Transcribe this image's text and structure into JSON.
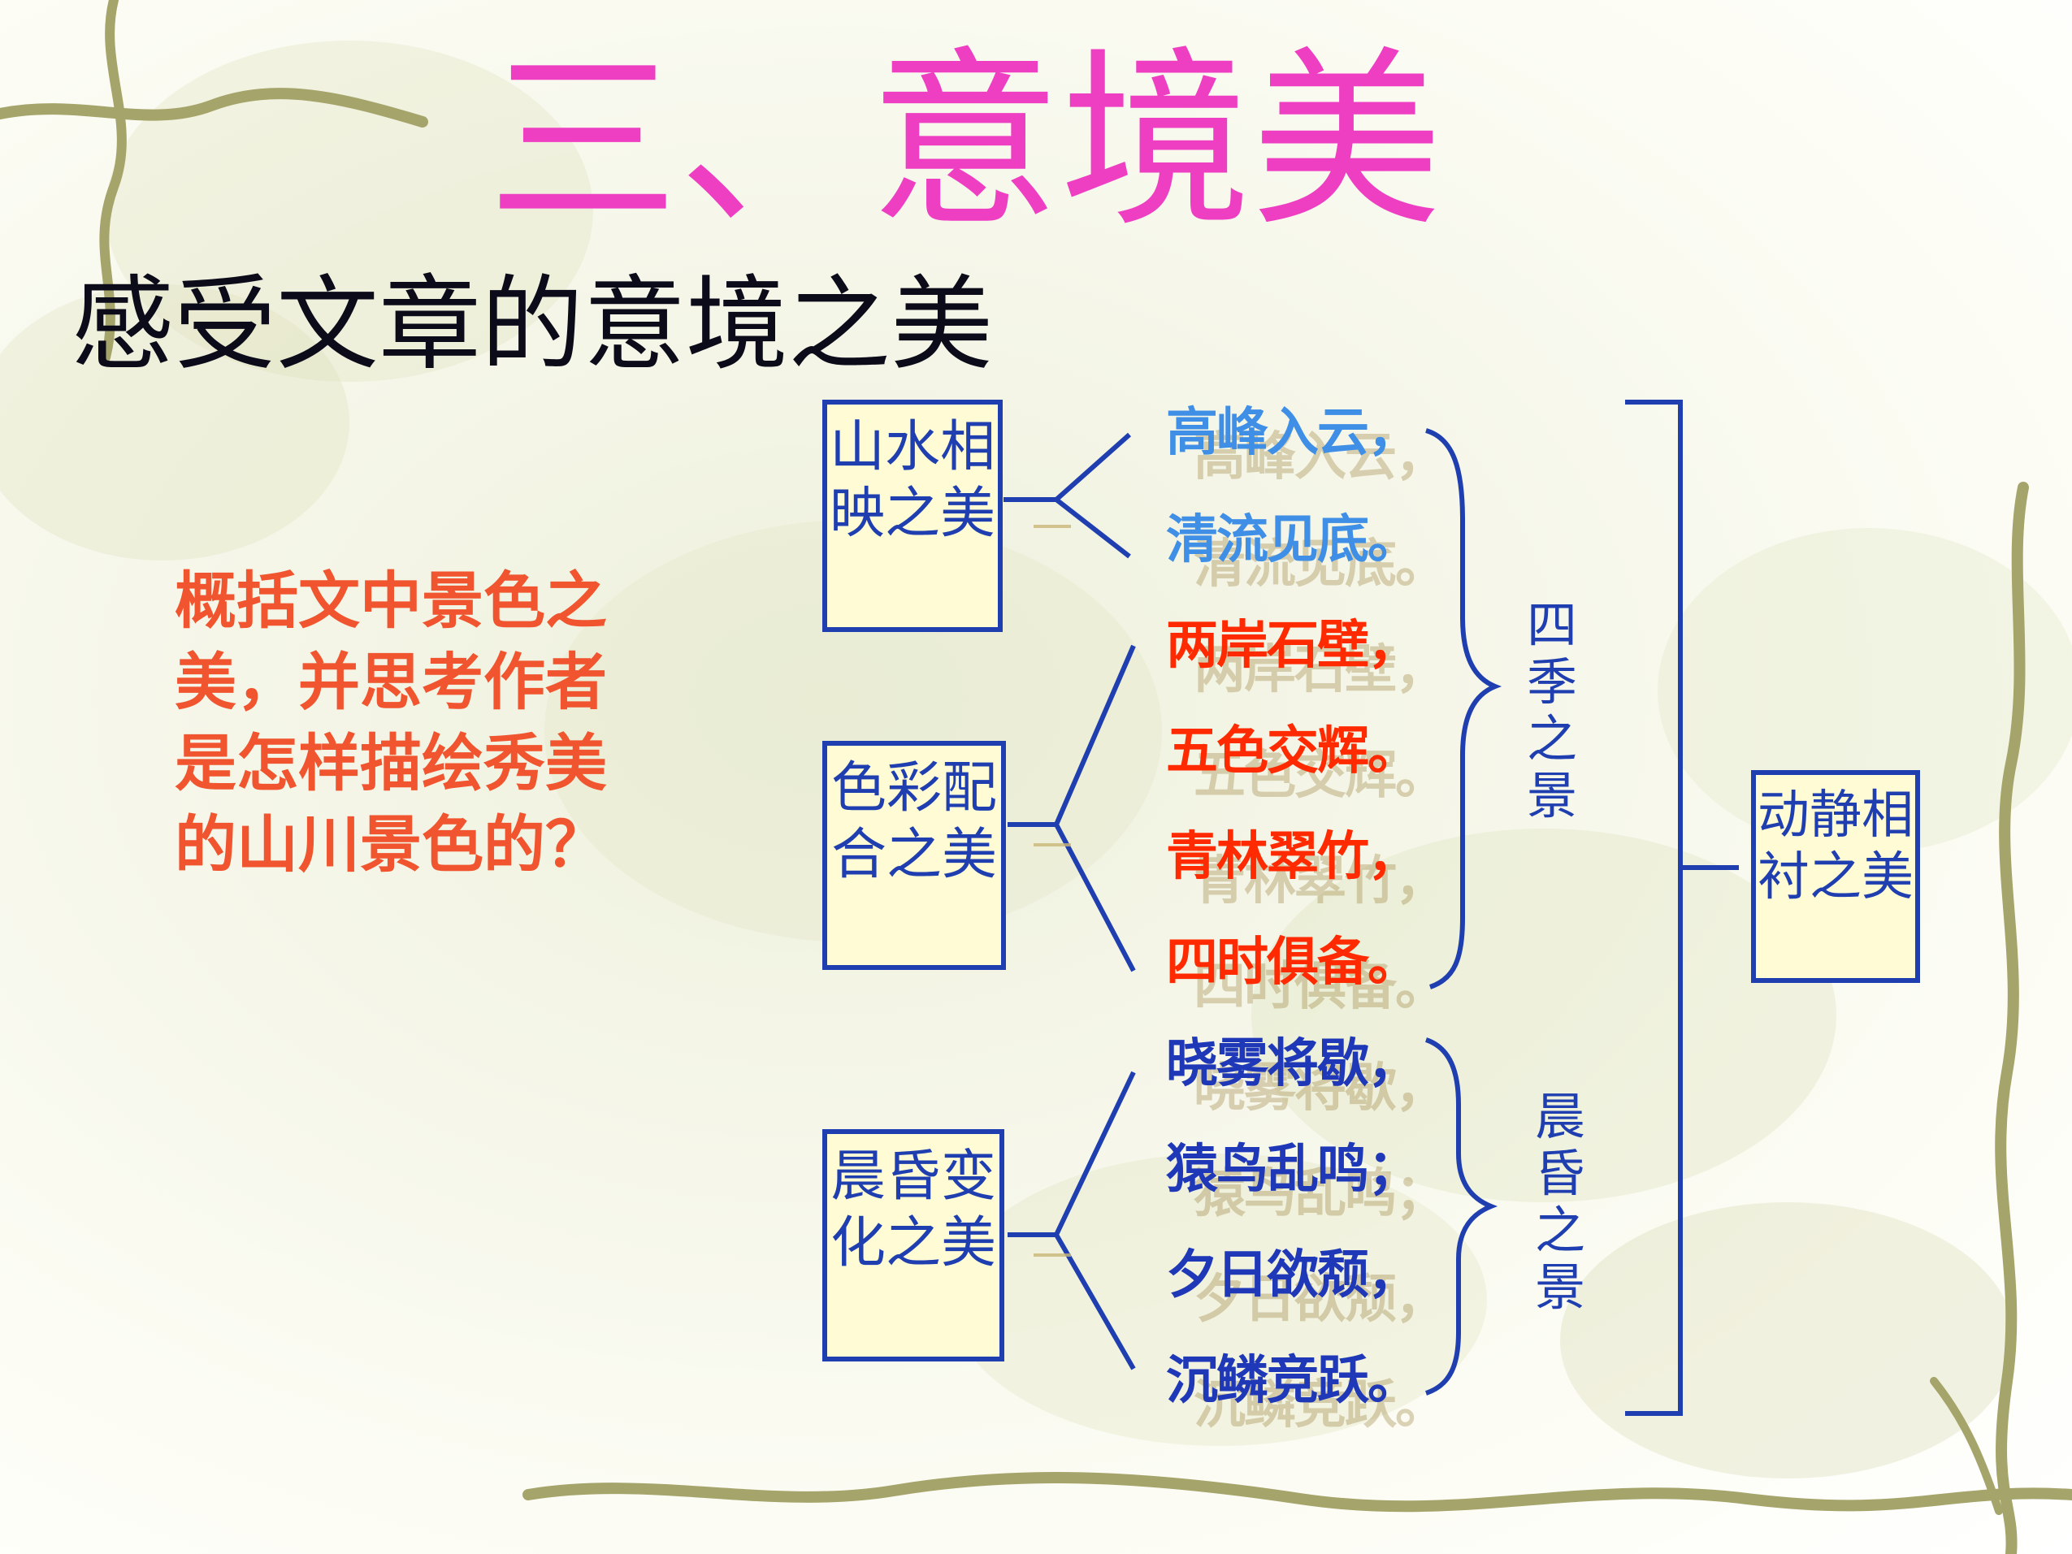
{
  "title": "三、意境美",
  "subtitle": "感受文章的意境之美",
  "prompt": "概括文中景色之美，并思考作者是怎样描绘秀美的山川景色的？",
  "groups": [
    {
      "label": "山水相映之美",
      "lines": [
        "高峰入云，",
        "清流见底。"
      ]
    },
    {
      "label": "色彩配合之美",
      "lines": [
        "两岸石壁，",
        "五色交辉。",
        "青林翠竹，",
        "四时俱备。"
      ]
    },
    {
      "label": "晨昏变化之美",
      "lines": [
        "晓雾将歇，",
        "猿鸟乱鸣；",
        "夕日欲颓，",
        "沉鳞竞跃。"
      ]
    }
  ],
  "season_label": "四季之景",
  "dawn_dusk_label": "晨昏之景",
  "summary_box": "动静相衬之美",
  "colors": {
    "title": "#ee3fc3",
    "prompt": "#f0552f",
    "box_border": "#1f3fb0",
    "box_fill": "#fffbd4",
    "lines_group1": "#3f8fe6",
    "lines_group2": "#ff2a00",
    "lines_group3": "#1f38b8",
    "bracket": "#1f3fb0"
  }
}
